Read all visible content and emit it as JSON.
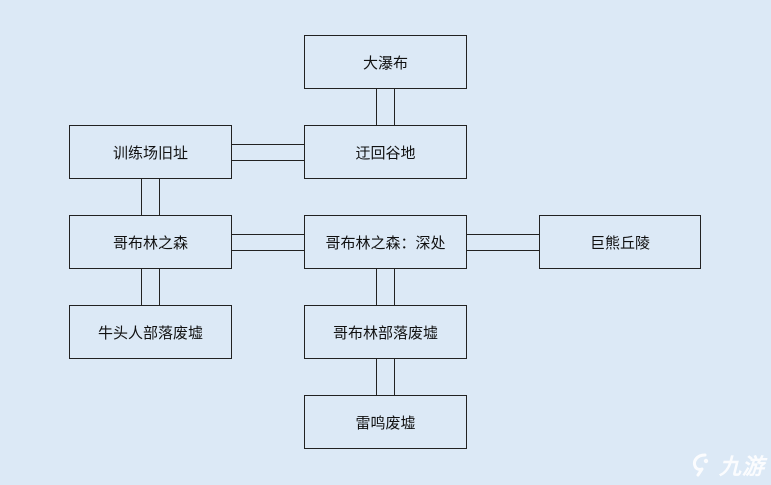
{
  "nodes": {
    "waterfall": "大瀑布",
    "training_ruins": "训练场旧址",
    "winding_valley": "迂回谷地",
    "goblin_forest": "哥布林之森",
    "goblin_forest_depths": "哥布林之森：深处",
    "giant_bear_hills": "巨熊丘陵",
    "minotaur_ruins": "牛头人部落废墟",
    "goblin_tribe_ruins": "哥布林部落废墟",
    "thunder_ruins": "雷鸣废墟"
  },
  "watermark": {
    "text": "九游",
    "icon": "jiuyou-logo-icon"
  }
}
